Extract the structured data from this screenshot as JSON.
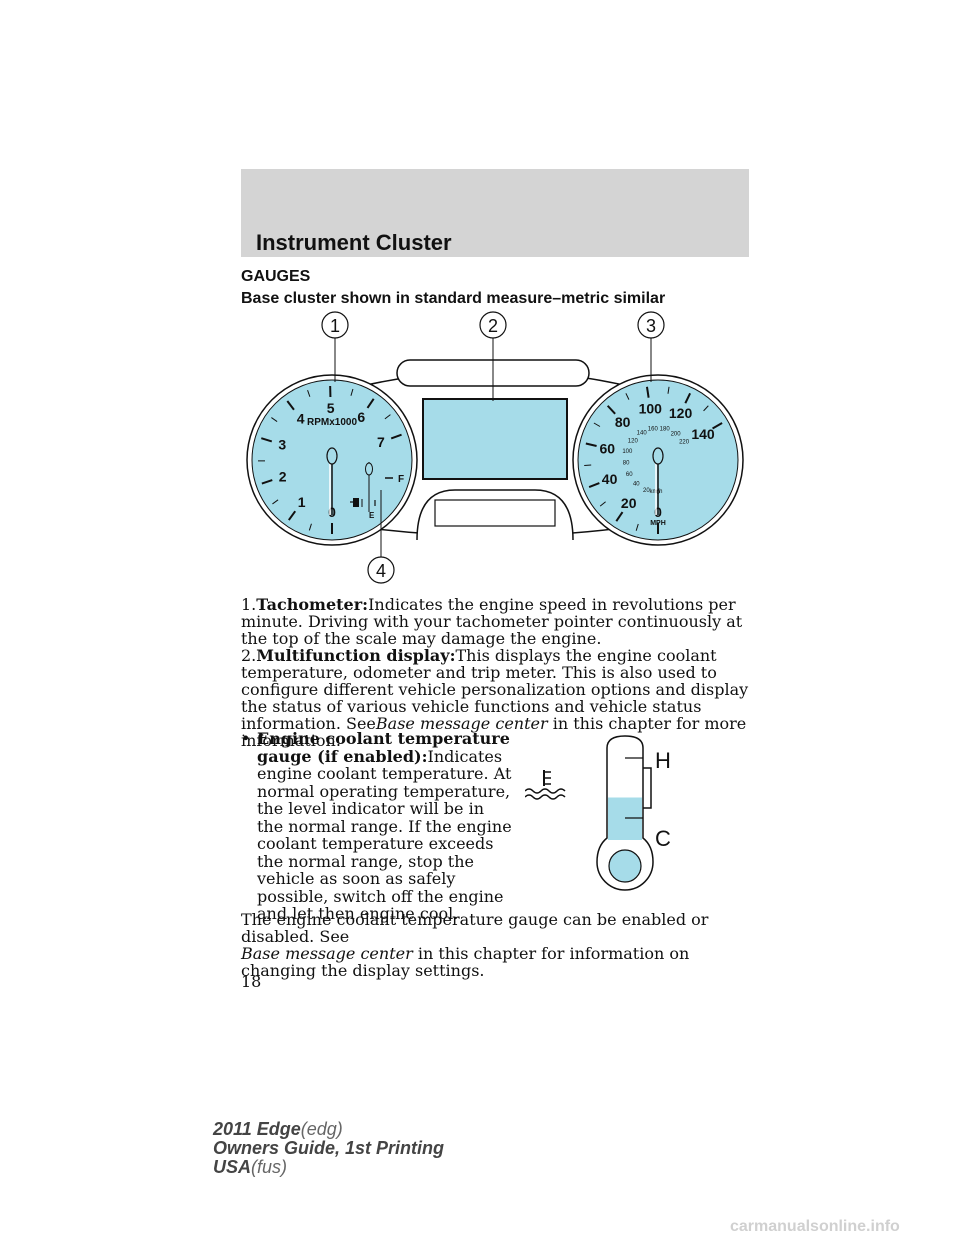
{
  "header": {
    "title": "Instrument Cluster"
  },
  "section": {
    "heading": "GAUGES",
    "subheading": "Base cluster shown in standard measure–metric similar"
  },
  "cluster": {
    "callouts": [
      "1",
      "2",
      "3",
      "4"
    ],
    "tach": {
      "numbers": [
        "0",
        "1",
        "2",
        "3",
        "4",
        "5",
        "6",
        "7"
      ],
      "label": "RPMx1000",
      "fuel_full": "F",
      "fuel_empty": "E"
    },
    "speedo": {
      "mph": [
        "0",
        "20",
        "40",
        "60",
        "80",
        "100",
        "120",
        "140"
      ],
      "kmh": [
        "0",
        "20",
        "40",
        "60",
        "80",
        "100",
        "120",
        "140",
        "160",
        "180",
        "200",
        "220"
      ],
      "mph_label": "MPH",
      "kmh_label": "km/h"
    }
  },
  "items": [
    {
      "num": "1.",
      "title": "Tachometer:",
      "text": "Indicates the engine speed in revolutions per minute. Driving with your tachometer pointer continuously at the top of the scale may damage the engine."
    },
    {
      "num": "2.",
      "title": "Multifunction display:",
      "text": "This displays the engine coolant temperature, odometer and trip meter. This is also used to configure different vehicle personalization options and display the status of various vehicle functions and vehicle status information. See",
      "link": "Base message center",
      "text2": " in this chapter for more information."
    }
  ],
  "bullet": {
    "symbol": "•",
    "title": "Engine coolant temperature gauge (if enabled):",
    "text": "Indicates engine coolant temperature. At normal operating temperature, the level indicator will be in the normal range. If the engine coolant temperature exceeds the normal range, stop the vehicle as soon as safely possible, switch off the engine and let then engine cool."
  },
  "coolant_gauge": {
    "high": "H",
    "cold": "C",
    "level": 0.45
  },
  "closing": {
    "text1": "The engine coolant temperature gauge can be enabled or disabled. See",
    "link": "Base message center",
    "text2": " in this chapter for information on changing the display settings."
  },
  "page_number": "18",
  "footer": {
    "model": "2011 Edge",
    "model_code": "(edg)",
    "guide": "Owners Guide, 1st Printing",
    "region": "USA",
    "region_code": "(fus)"
  },
  "watermark": "carmanualsonline.info",
  "colors": {
    "gauge_fill": "#a6dce9",
    "header_band": "#d4d4d4",
    "coolant_fill": "#a6dce9"
  }
}
